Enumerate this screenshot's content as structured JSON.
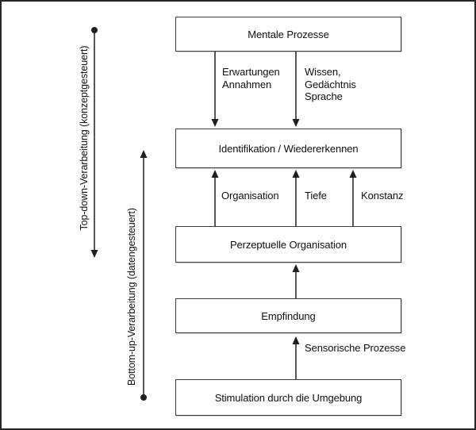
{
  "colors": {
    "line": "#1f1f1f",
    "box_border": "#3d3d3d",
    "background": "#ffffff",
    "text": "#101010"
  },
  "boxes": [
    {
      "id": "mentale-prozesse",
      "label": "Mentale Prozesse"
    },
    {
      "id": "identifikation",
      "label": "Identifikation / Wiedererkennen"
    },
    {
      "id": "perzeptuelle-organisation",
      "label": "Perzeptuelle Organisation"
    },
    {
      "id": "empfindung",
      "label": "Empfindung"
    },
    {
      "id": "stimulation",
      "label": "Stimulation durch die Umgebung"
    }
  ],
  "edge_labels": {
    "expectations": [
      "Erwartungen",
      "Annahmen"
    ],
    "knowledge": [
      "Wissen,",
      "Gedächtnis",
      "Sprache"
    ],
    "organisation": "Organisation",
    "tiefe": "Tiefe",
    "konstanz": "Konstanz",
    "sensorisch": "Sensorische Prozesse"
  },
  "side_arrows": {
    "top_down": "Top-down-Verarbeitung (konzeptgesteuert)",
    "bottom_up": "Bottom-up-Verarbeitung (datengesteuert)"
  }
}
